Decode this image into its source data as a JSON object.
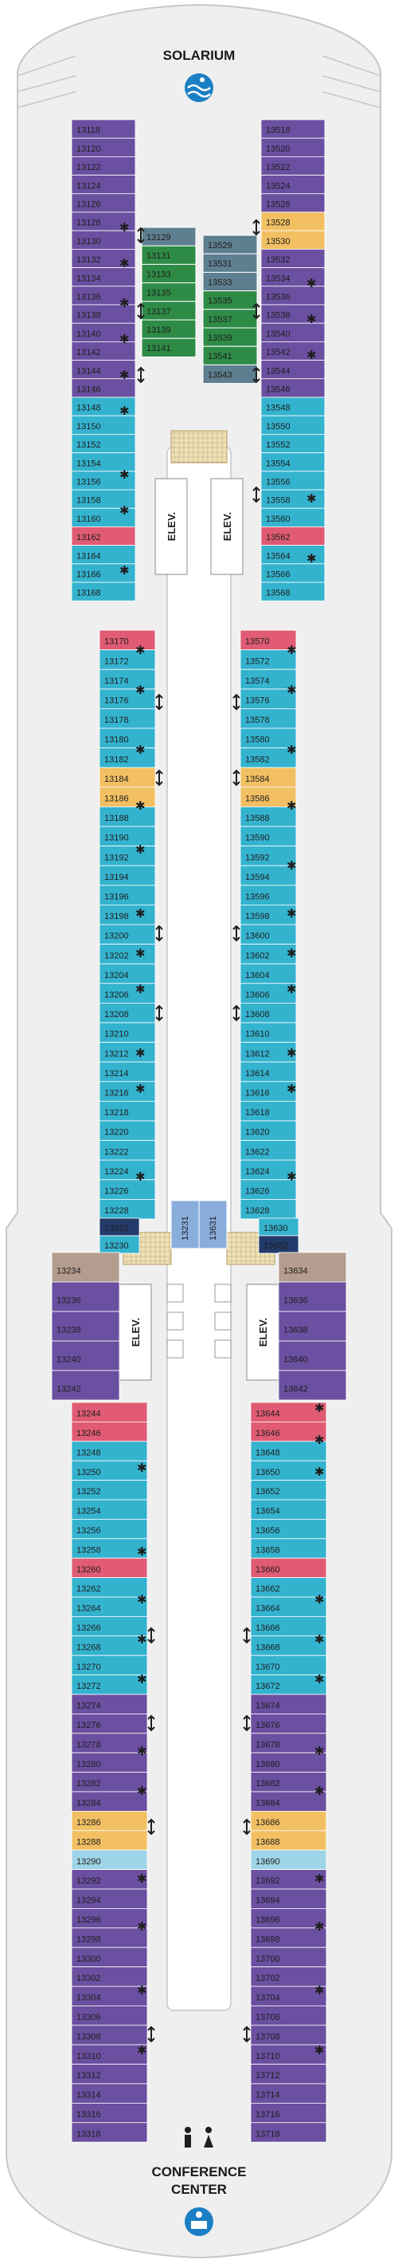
{
  "areas": {
    "top_label": "SOLARIUM",
    "bottom_label_line1": "CONFERENCE",
    "bottom_label_line2": "CENTER",
    "elevator_label": "ELEV."
  },
  "colors": {
    "purple": "#6b4fa0",
    "teal": "#34b3cf",
    "pink": "#e05b73",
    "orange": "#f2c063",
    "navy": "#233b6b",
    "slate": "#5e7f90",
    "green": "#2e8b46",
    "light_blue": "#8aaedc",
    "taupe": "#b49c8e",
    "hull": "#efeff0"
  },
  "icons": {
    "top": "pool-icon",
    "bottom": "conference-icon",
    "restroom": "restroom-icon",
    "accessible": "accessible-icon",
    "connecting": "connecting-arrow-icon"
  },
  "cabins": {
    "fwd_left": [
      "13118",
      "13120",
      "13122",
      "13124",
      "13126",
      "13128",
      "13130",
      "13132",
      "13134",
      "13136",
      "13138",
      "13140",
      "13142",
      "13144",
      "13146",
      "13148",
      "13150",
      "13152",
      "13154",
      "13156",
      "13158",
      "13160",
      "13162",
      "13164",
      "13166",
      "13168"
    ],
    "fwd_right": [
      "13518",
      "13520",
      "13522",
      "13524",
      "13526",
      "13528",
      "13530",
      "13532",
      "13534",
      "13536",
      "13538",
      "13540",
      "13542",
      "13544",
      "13546",
      "13548",
      "13550",
      "13552",
      "13554",
      "13556",
      "13558",
      "13560",
      "13562",
      "13564",
      "13566",
      "13568"
    ],
    "center_left": [
      "13129",
      "13131",
      "13133",
      "13135",
      "13137",
      "13139",
      "13141"
    ],
    "center_right": [
      "13529",
      "13531",
      "13533",
      "13535",
      "13537",
      "13539",
      "13541",
      "13543"
    ],
    "mid_left": [
      "13170",
      "13172",
      "13174",
      "13176",
      "13178",
      "13180",
      "13182",
      "13184",
      "13186",
      "13188",
      "13190",
      "13192",
      "13194",
      "13196",
      "13198",
      "13200",
      "13202",
      "13204",
      "13206",
      "13208",
      "13210",
      "13212",
      "13214",
      "13216",
      "13218",
      "13220",
      "13222",
      "13224",
      "13226",
      "13228"
    ],
    "mid_right": [
      "13570",
      "13572",
      "13574",
      "13576",
      "13578",
      "13580",
      "13582",
      "13584",
      "13586",
      "13588",
      "13590",
      "13592",
      "13594",
      "13596",
      "13598",
      "13600",
      "13602",
      "13604",
      "13606",
      "13608",
      "13610",
      "13612",
      "13614",
      "13616",
      "13618",
      "13620",
      "13622",
      "13624",
      "13626",
      "13628"
    ],
    "bend_left": [
      "13232",
      "13230"
    ],
    "bend_right": [
      "13630",
      "13632"
    ],
    "center_mid": [
      "13231",
      "13631"
    ],
    "aft_suites_left": [
      "13234",
      "13236",
      "13238",
      "13240",
      "13242"
    ],
    "aft_suites_right": [
      "13634",
      "13636",
      "13638",
      "13640",
      "13642"
    ],
    "aft_left": [
      "13244",
      "13246",
      "13248",
      "13250",
      "13252",
      "13254",
      "13256",
      "13258",
      "13260",
      "13262",
      "13264",
      "13266",
      "13268",
      "13270",
      "13272",
      "13274",
      "13276",
      "13278",
      "13280",
      "13282",
      "13284",
      "13286",
      "13288",
      "13290",
      "13292",
      "13294",
      "13296",
      "13298",
      "13300",
      "13302",
      "13304",
      "13306",
      "13308",
      "13310",
      "13312",
      "13314",
      "13316",
      "13318"
    ],
    "aft_right": [
      "13644",
      "13646",
      "13648",
      "13650",
      "13652",
      "13654",
      "13656",
      "13658",
      "13660",
      "13662",
      "13664",
      "13666",
      "13668",
      "13670",
      "13672",
      "13674",
      "13676",
      "13678",
      "13680",
      "13682",
      "13684",
      "13686",
      "13688",
      "13690",
      "13692",
      "13694",
      "13696",
      "13698",
      "13700",
      "13702",
      "13704",
      "13706",
      "13708",
      "13710",
      "13712",
      "13714",
      "13716",
      "13718"
    ]
  }
}
